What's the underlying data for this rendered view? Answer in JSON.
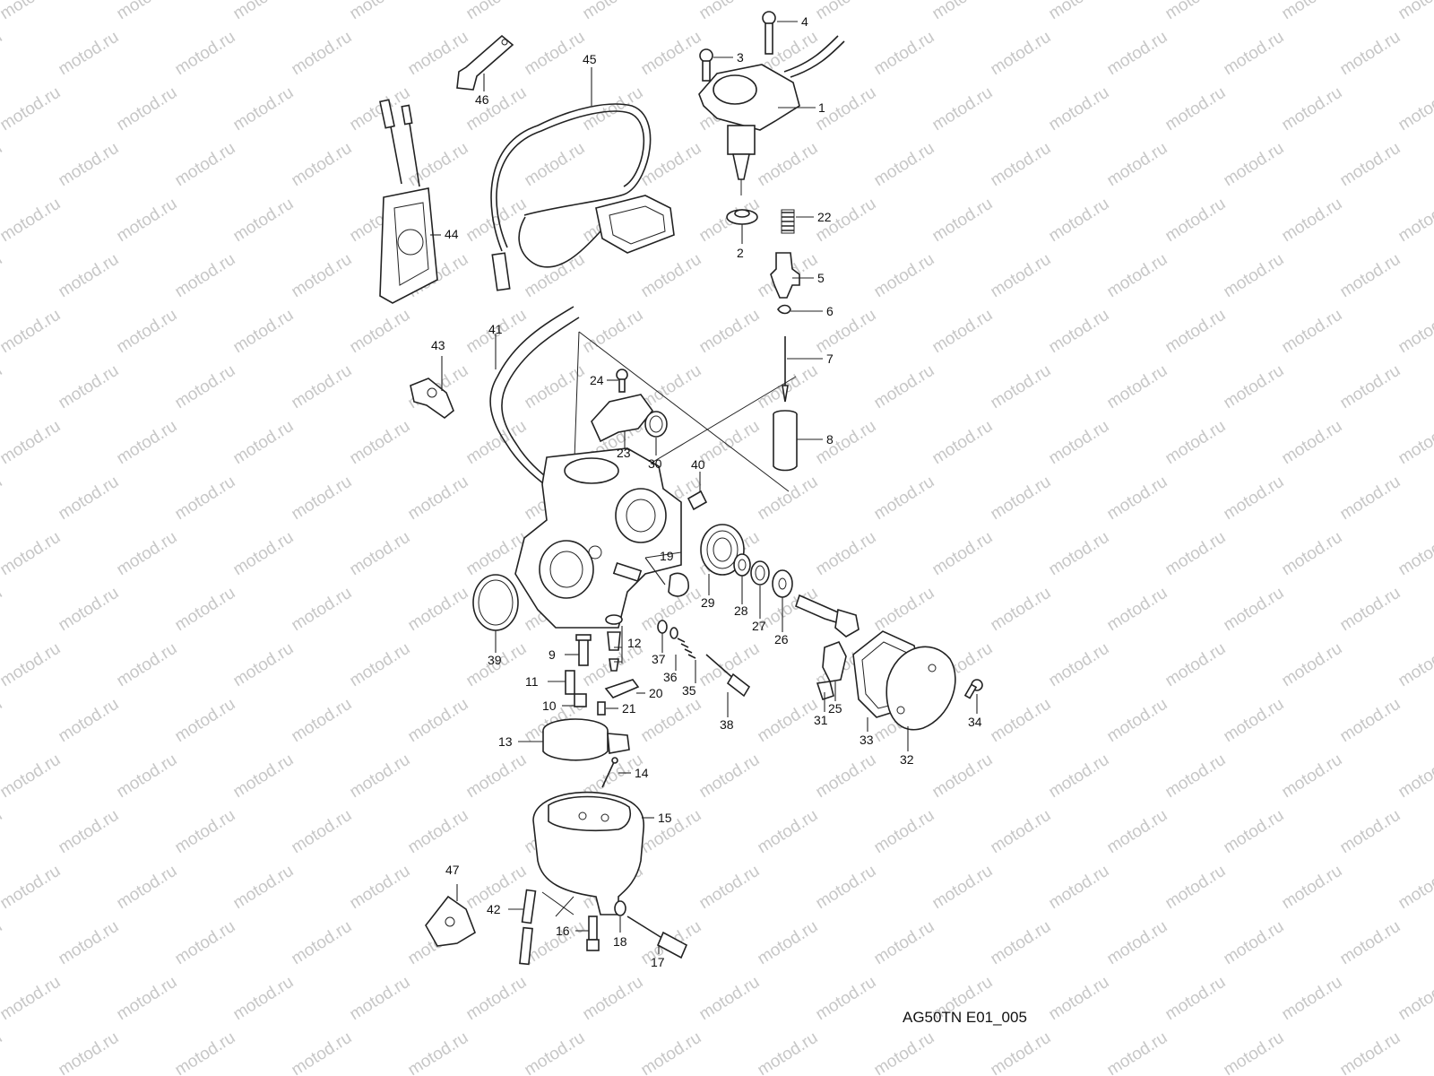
{
  "watermark": "motod.ru",
  "reference": "AG50TN E01_005",
  "parts": [
    "1",
    "2",
    "3",
    "4",
    "5",
    "6",
    "7",
    "8",
    "9",
    "10",
    "11",
    "12",
    "13",
    "14",
    "15",
    "16",
    "17",
    "18",
    "19",
    "20",
    "21",
    "22",
    "23",
    "24",
    "25",
    "26",
    "27",
    "28",
    "29",
    "30",
    "31",
    "32",
    "33",
    "34",
    "35",
    "36",
    "37",
    "38",
    "39",
    "40",
    "41",
    "42",
    "43",
    "44",
    "45",
    "46",
    "47"
  ],
  "colors": {
    "line": "#222222",
    "watermark": "#c7c7c7",
    "background": "#ffffff"
  }
}
